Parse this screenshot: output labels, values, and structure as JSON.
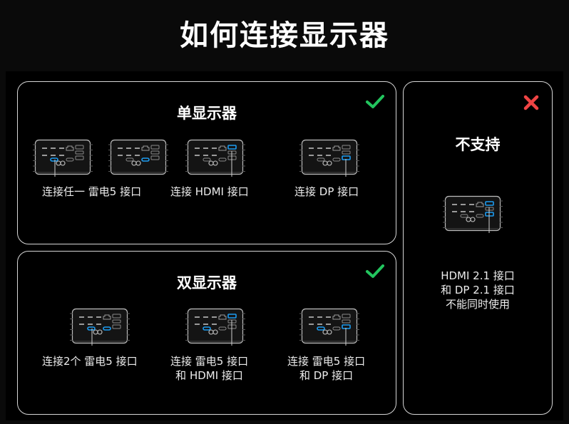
{
  "title": "如何连接显示器",
  "single": {
    "title": "单显示器",
    "captions": {
      "tb": "连接任一 雷电5 接口",
      "hdmi": "连接 HDMI 接口",
      "dp": "连接 DP 接口"
    }
  },
  "dual": {
    "title": "双显示器",
    "captions": {
      "tb2_line1": "连接2个 雷电5 接口",
      "hdmi_line1": "连接 雷电5 接口",
      "hdmi_line2": "和 HDMI 接口",
      "dp_line1": "连接 雷电5 接口",
      "dp_line2": "和 DP 接口"
    }
  },
  "unsupported": {
    "title": "不支持",
    "lines": [
      "HDMI 2.1 接口",
      "和 DP 2.1 接口",
      "不能同时使用"
    ]
  },
  "colors": {
    "check": "#22c55e",
    "cross": "#ef4444",
    "highlight": "#1d9bf0",
    "border": "#d6d6d6"
  }
}
